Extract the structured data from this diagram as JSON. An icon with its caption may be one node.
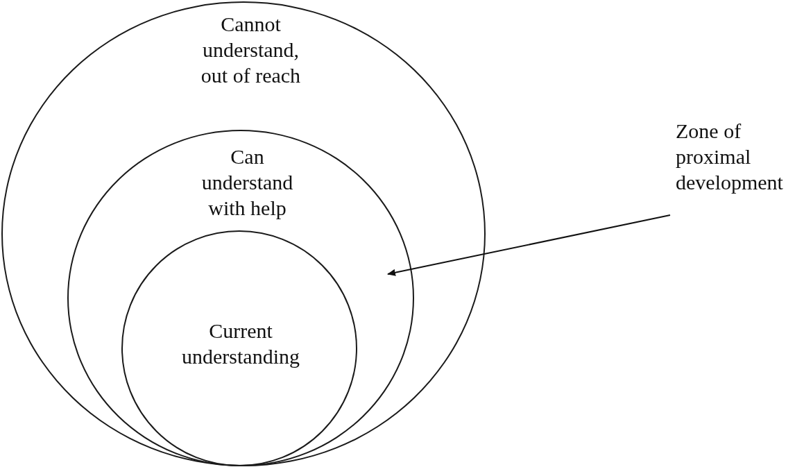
{
  "diagram": {
    "nodes": [
      {
        "text": [
          "Cannot understand, out of reach"
        ]
      },
      {
        "text": [
          "Can understand with help"
        ],
        "in": 0
      },
      {
        "text": [
          "Current understanding"
        ],
        "in": 1
      },
      {
        "text": [
          "Zone of proximal development"
        ]
      }
    ],
    "edges": [
      {
        "from": 3,
        "to": 1,
        "arrow": "to"
      }
    ]
  }
}
